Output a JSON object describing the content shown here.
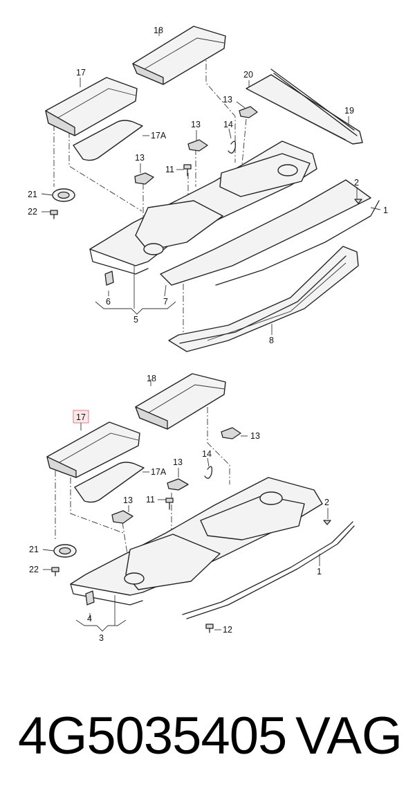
{
  "diagram": {
    "upper": {
      "callouts": {
        "c1": "1",
        "c2": "2",
        "c5": "5",
        "c6": "6",
        "c7": "7",
        "c8": "8",
        "c11": "11",
        "c13a": "13",
        "c13b": "13",
        "c13c": "13",
        "c14": "14",
        "c17": "17",
        "c17a": "17A",
        "c18": "18",
        "c19": "19",
        "c20": "20",
        "c21": "21",
        "c22": "22"
      }
    },
    "lower": {
      "callouts": {
        "c1": "1",
        "c2": "2",
        "c3": "3",
        "c4": "4",
        "c11": "11",
        "c12": "12",
        "c13a": "13",
        "c13b": "13",
        "c13c": "13",
        "c14": "14",
        "c17": "17",
        "c17a": "17A",
        "c18": "18",
        "c21": "21",
        "c22": "22"
      },
      "highlighted_callout": "17"
    }
  },
  "footer": {
    "part_number": "4G5035405",
    "brand": "VAG"
  }
}
